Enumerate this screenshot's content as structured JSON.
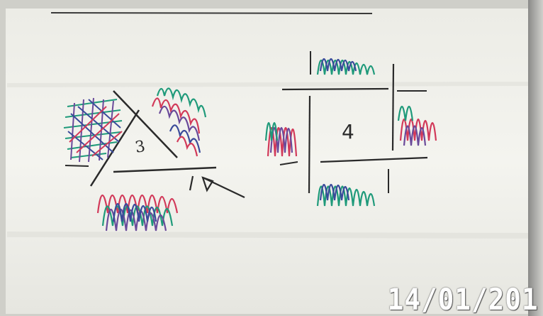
{
  "photo": {
    "subject": "",
    "colors": {
      "board": "#f3f3ee",
      "board_shadow": "#d8d8d2",
      "ink_black": "#2a2a2a",
      "ink_green": "#1f9a7a",
      "ink_red": "#d23a5a",
      "ink_purple": "#6a4a9a",
      "ink_blue": "#3a4a9a"
    },
    "diagrams": [
      {
        "label": "3"
      },
      {
        "label": "4"
      }
    ],
    "date_stamp": "14/01/201"
  }
}
